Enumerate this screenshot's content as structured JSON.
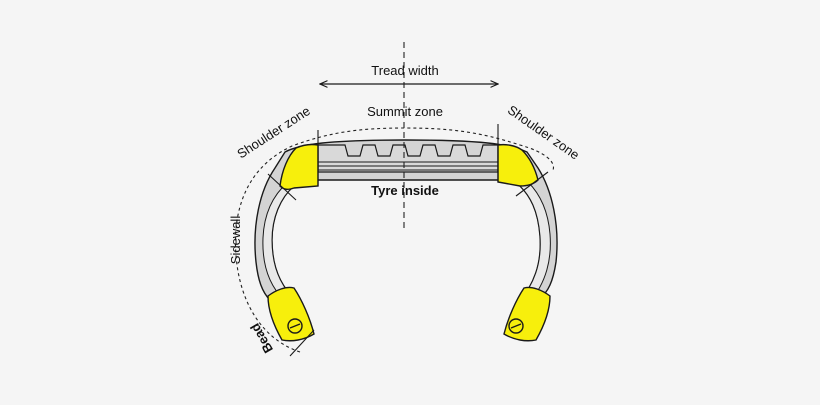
{
  "labels": {
    "tread_width": "Tread width",
    "summit_zone": "Summit zone",
    "shoulder_zone_left": "Shoulder zone",
    "shoulder_zone_right": "Shoulder zone",
    "tyre_inside": "Tyre inside",
    "sidewall": "Sidewall",
    "bead": "Bead"
  },
  "colors": {
    "background": "#f5f5f5",
    "tyre_body": "#d4d4d4",
    "inner_lining": "#e9e9e9",
    "highlight_yellow": "#f7ef0c",
    "outline": "#1a1a1a"
  }
}
